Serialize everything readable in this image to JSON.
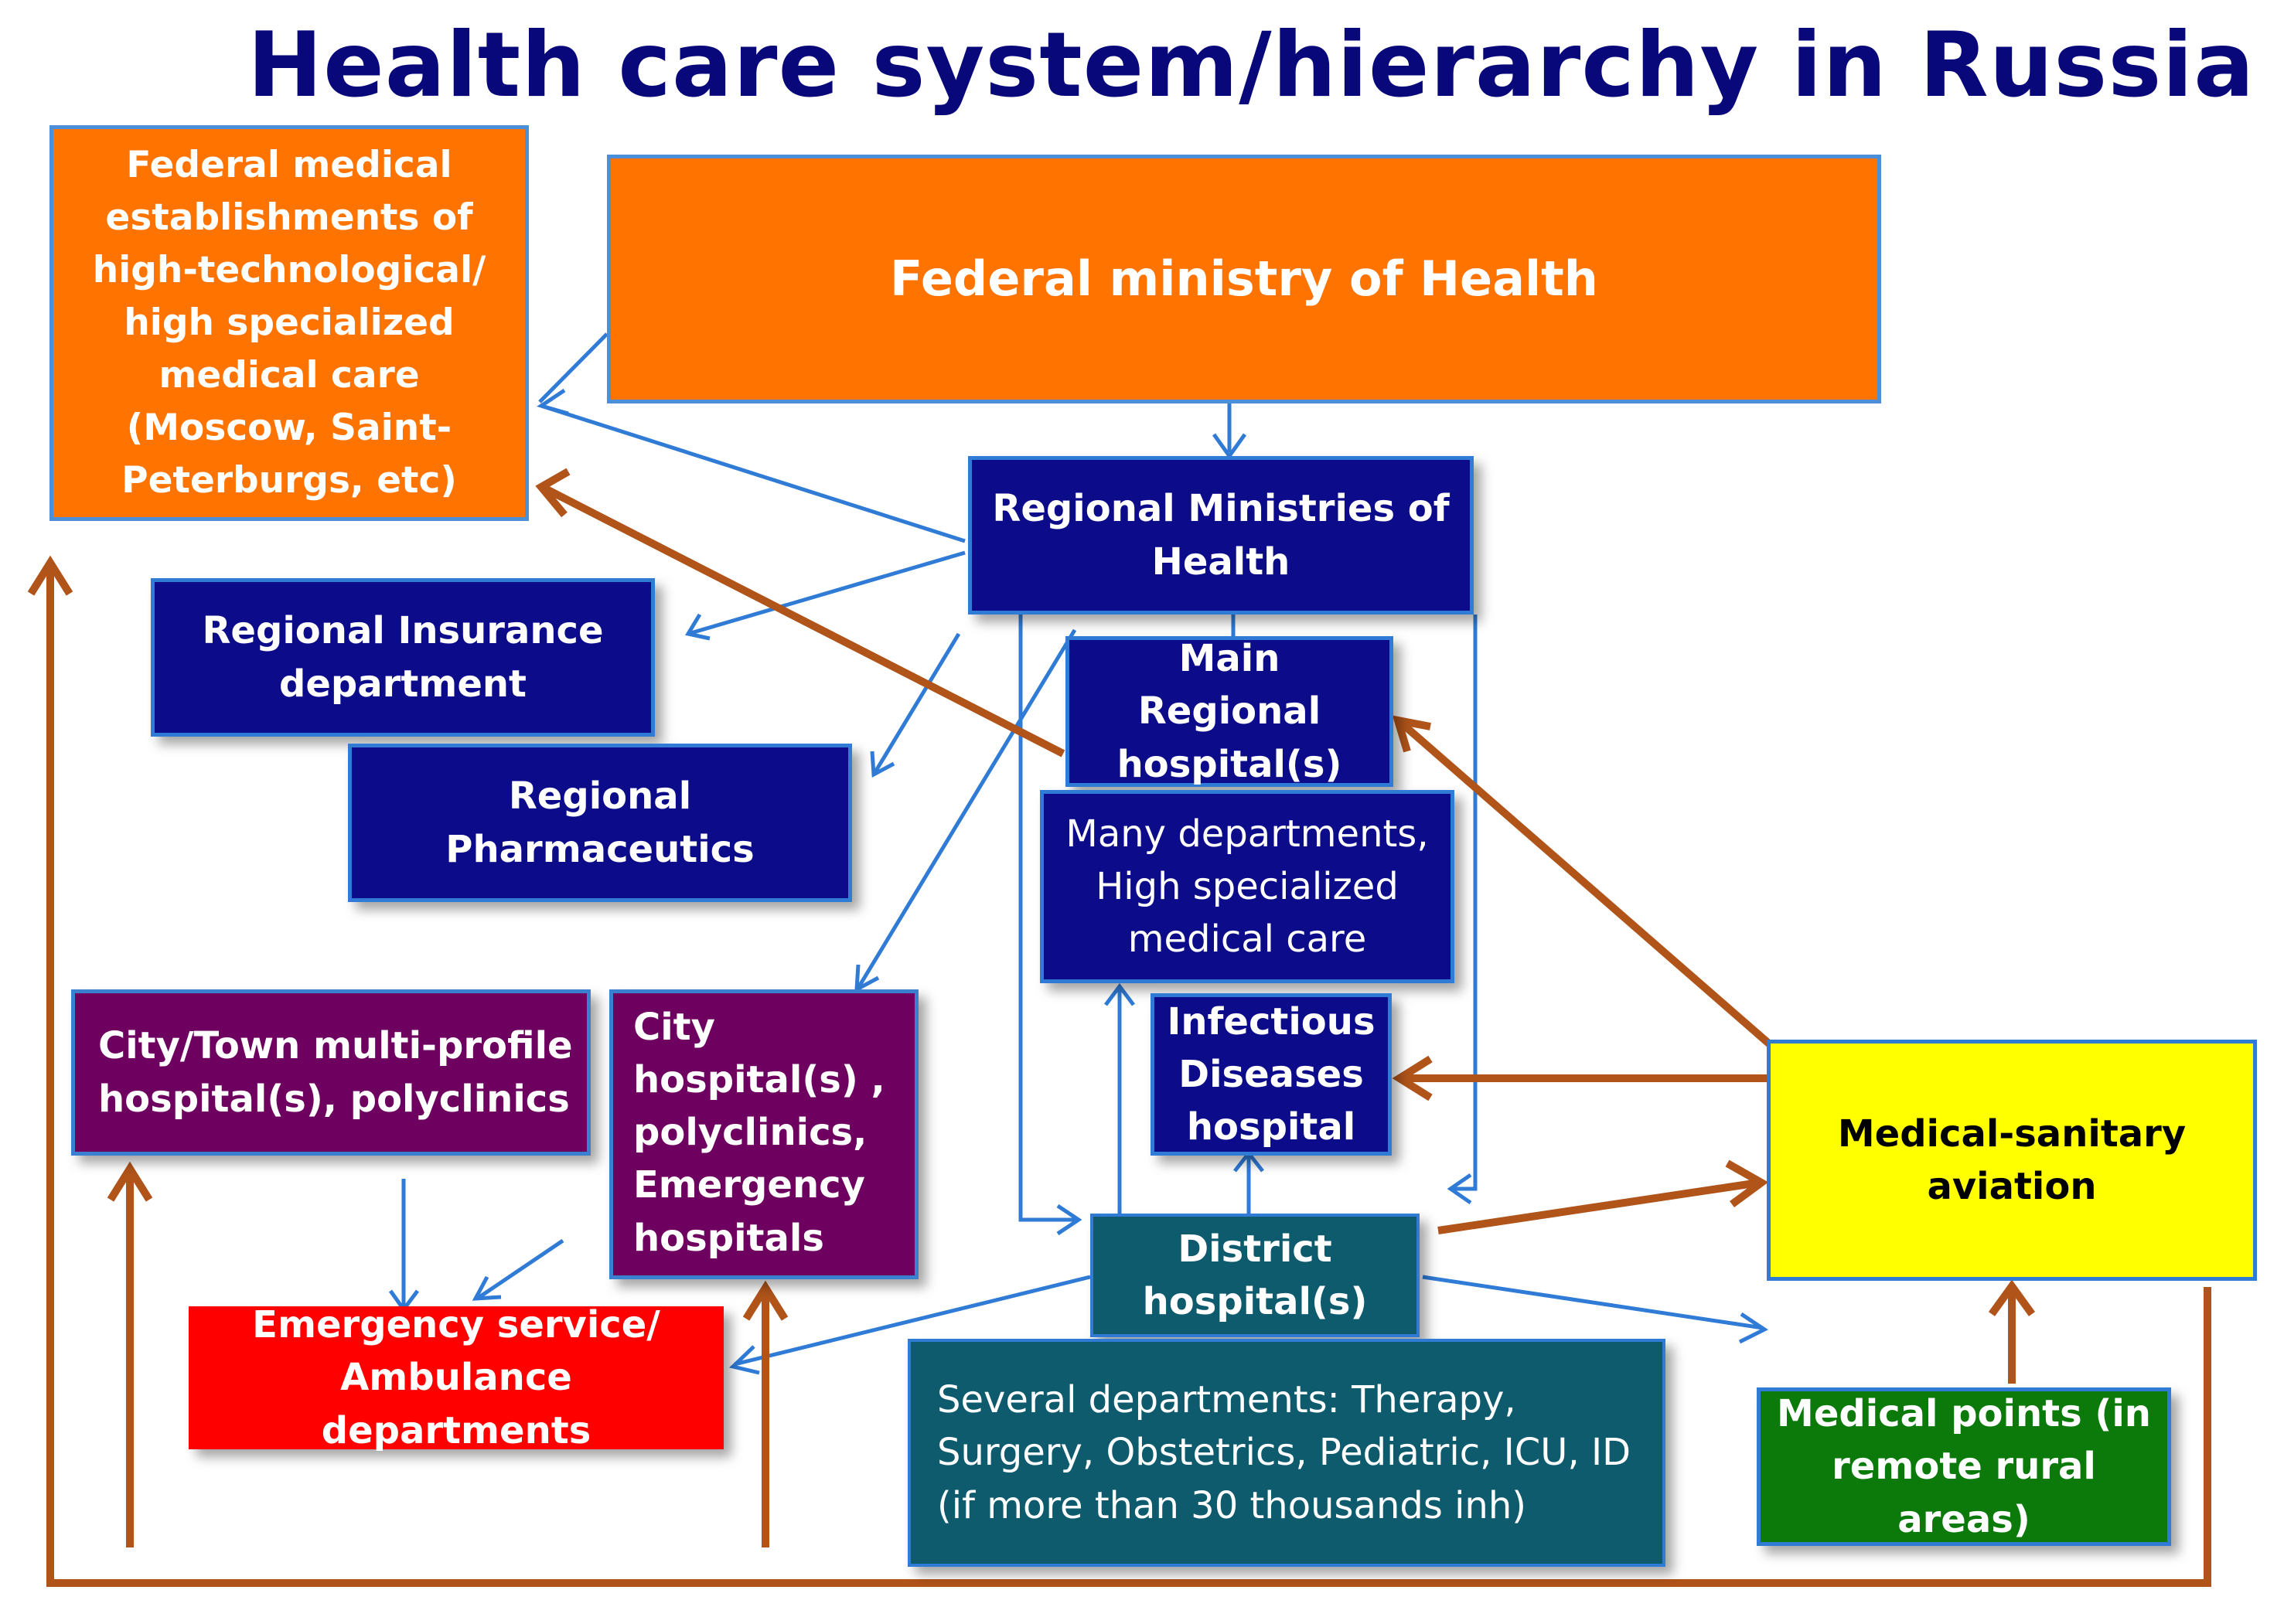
{
  "title": "Health care system/hierarchy in Russia",
  "nodes": {
    "federal_establishments": "Federal medical establishments of high-technological/ high specialized medical care (Moscow, Saint-Peterburgs, etc)",
    "federal_ministry": "Federal ministry of Health",
    "regional_ministries": "Regional Ministries of Health",
    "regional_insurance": "Regional Insurance department",
    "regional_pharmaceutics": "Regional Pharmaceutics",
    "main_regional_hospital": "Main Regional hospital(s)",
    "many_departments": "Many departments, High specialized medical care",
    "infectious_diseases": "Infectious Diseases hospital",
    "city_town_hospital": "City/Town multi-profile hospital(s), polyclinics",
    "city_hospital": "City hospital(s) , polyclinics, Emergency hospitals",
    "emergency_service": "Emergency service/ Ambulance departments",
    "district_hospital": "District hospital(s)",
    "several_departments": "Several departments: Therapy, Surgery, Obstetrics, Pediatric, ICU, ID (if more than 30 thousands inh)",
    "medical_aviation": "Medical-sanitary aviation",
    "medical_points": "Medical points (in remote rural areas)"
  },
  "colors": {
    "title": "#08087a",
    "federal": "#ff7300",
    "regional": "#0c0c8a",
    "city": "#6e0060",
    "emergency": "#ff0000",
    "district": "#0f5b6e",
    "aviation": "#ffff00",
    "points": "#0b7a0b",
    "thin_arrow": "#2f7bd6",
    "thick_arrow": "#b0541a"
  }
}
